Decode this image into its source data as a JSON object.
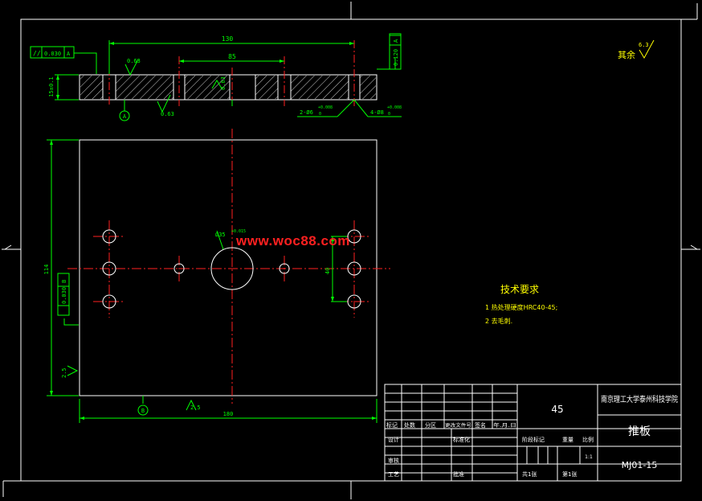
{
  "watermark": "www.woc88.com",
  "colors": {
    "background": "#000000",
    "line": "#ffffff",
    "dim": "#00ff00",
    "center": "#ff2020",
    "title": "#ffffff",
    "text": "#ffffff",
    "hole": "#ffffff",
    "hatch": "#ffffff",
    "note": "#ffff00"
  },
  "section_view": {
    "dims": {
      "overall": "130",
      "span": "85",
      "thickness": "15±0.1"
    },
    "parallelism": [
      "//",
      "0.030",
      "A"
    ],
    "flatness": [
      "0.120",
      "A"
    ],
    "roughness": [
      "0.63",
      "0.63",
      "0.63"
    ],
    "datum": "A",
    "hole_notes": [
      "2-Ø6",
      "+0.008",
      "0",
      "4-Ø8",
      "+0.008",
      "0"
    ]
  },
  "plan_view": {
    "dims": {
      "width": "180",
      "height": "114",
      "pitch": "40",
      "bore": "Ø35",
      "bore_tol": "+0.015"
    },
    "perp_frame": [
      "0.030",
      "B"
    ],
    "roughness": [
      "2.5",
      "2.5"
    ],
    "datum": "B"
  },
  "roughness_remaining": {
    "label": "其余",
    "value": "6.3"
  },
  "tech_req": {
    "title": "技术要求",
    "items": [
      "1  热处理硬度HRC40-45;",
      "2  去毛刺."
    ]
  },
  "title_block": {
    "material": "45",
    "org": "南京理工大学泰州科技学院",
    "part_name": "推板",
    "drawing_no": "MJ01-15",
    "scale": "1:1",
    "row_headers": [
      "标记",
      "处数",
      "分区",
      "更改文件号",
      "签名",
      "年.月.日"
    ],
    "design": "设计",
    "standardize": "标准化",
    "stage_mark": "阶段标记",
    "weight": "重量",
    "scale_label": "比例",
    "review": "审核",
    "process": "工艺",
    "approve": "批准",
    "sheets_total": "共1张",
    "sheet_no": "第1张"
  }
}
